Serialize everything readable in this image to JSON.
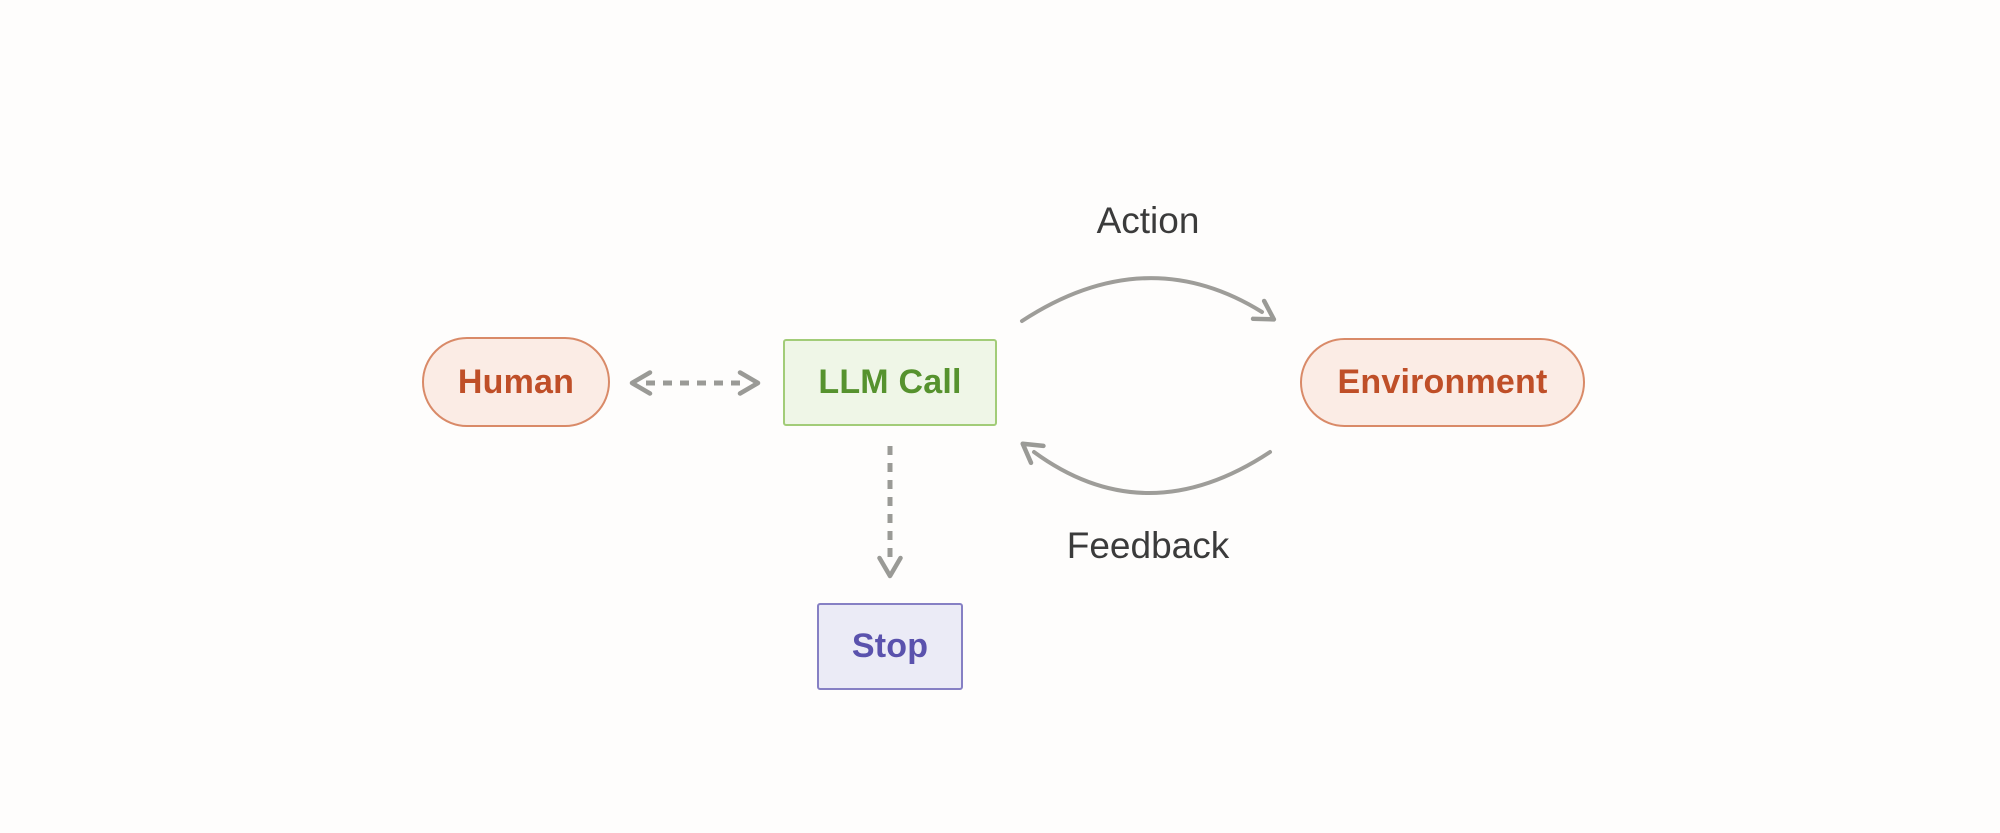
{
  "diagram": {
    "nodes": {
      "human": {
        "label": "Human"
      },
      "llm_call": {
        "label": "LLM Call"
      },
      "environment": {
        "label": "Environment"
      },
      "stop": {
        "label": "Stop"
      }
    },
    "edges": {
      "action": {
        "label": "Action",
        "from": "LLM Call",
        "to": "Environment",
        "style": "curved-solid-arrow"
      },
      "feedback": {
        "label": "Feedback",
        "from": "Environment",
        "to": "LLM Call",
        "style": "curved-solid-arrow"
      },
      "human_llm": {
        "label": "",
        "from": "Human",
        "to": "LLM Call",
        "style": "dashed-double-arrow"
      },
      "llm_stop": {
        "label": "",
        "from": "LLM Call",
        "to": "Stop",
        "style": "dashed-arrow"
      }
    },
    "colors": {
      "background": "#fefdfc",
      "pill_fill": "#fbece5",
      "pill_border": "#d98a68",
      "pill_text": "#bf4f28",
      "green_fill": "#eff6e7",
      "green_border": "#a2cc78",
      "green_text": "#56922e",
      "purple_fill": "#ebebf6",
      "purple_border": "#8680c4",
      "purple_text": "#5a52ad",
      "connector_gray": "#9a9a96",
      "label_text": "#3b3b3b"
    }
  }
}
